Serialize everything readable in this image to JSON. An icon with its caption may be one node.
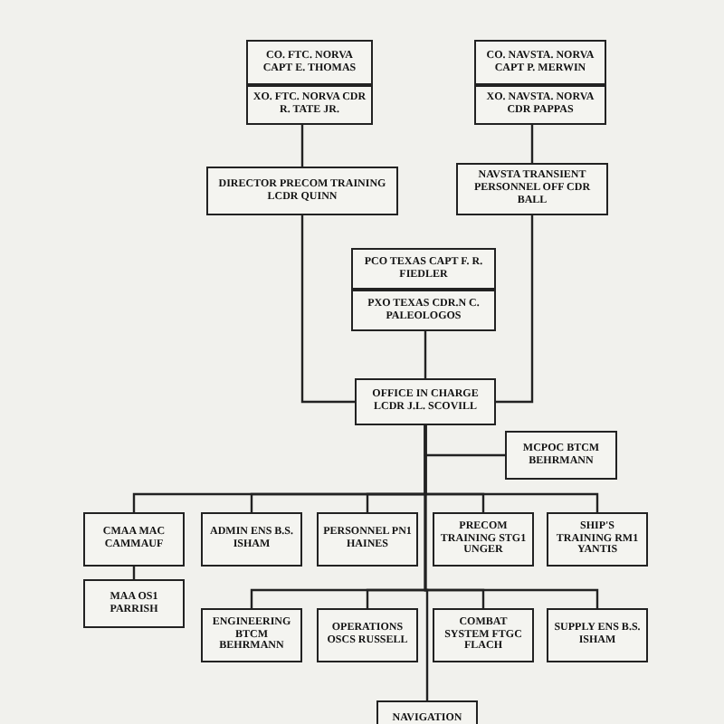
{
  "diagram": {
    "nodes": [
      {
        "text": [
          "CO. FTC. NORVA CAPT E. THOMAS"
        ]
      },
      {
        "text": [
          "XO. FTC. NORVA CDR R. TATE JR."
        ]
      },
      {
        "text": [
          "CO. NAVSTA. NORVA CAPT P. MERWIN"
        ]
      },
      {
        "text": [
          "XO. NAVSTA. NORVA CDR PAPPAS"
        ]
      },
      {
        "text": [
          "DIRECTOR PRECOM TRAINING LCDR QUINN"
        ]
      },
      {
        "text": [
          "NAVSTA TRANSIENT PERSONNEL OFF CDR BALL"
        ]
      },
      {
        "text": [
          "PCO TEXAS CAPT F. R. FIEDLER"
        ]
      },
      {
        "text": [
          "PXO TEXAS CDR.N C. PALEOLOGOS"
        ]
      },
      {
        "text": [
          "OFFICE IN CHARGE LCDR J.L. SCOVILL"
        ]
      },
      {
        "text": [
          "MCPOC BTCM BEHRMANN"
        ]
      },
      {
        "text": [
          "CMAA MAC CAMMAUF"
        ]
      },
      {
        "text": [
          "ADMIN ENS B.S. ISHAM"
        ]
      },
      {
        "text": [
          "PERSONNEL PN1 HAINES"
        ]
      },
      {
        "text": [
          "PRECOM TRAINING STG1 UNGER"
        ]
      },
      {
        "text": [
          "SHIP'S TRAINING RM1 YANTIS"
        ]
      },
      {
        "text": [
          "MAA OS1 PARRISH"
        ]
      },
      {
        "text": [
          "ENGINEERING BTCM BEHRMANN"
        ]
      },
      {
        "text": [
          "OPERATIONS OSCS RUSSELL"
        ]
      },
      {
        "text": [
          "COMBAT SYSTEM FTGC FLACH"
        ]
      },
      {
        "text": [
          "SUPPLY ENS B.S. ISHAM"
        ]
      },
      {
        "text": [
          "NAVIGATION"
        ]
      }
    ],
    "edges": [
      {
        "from": 1,
        "to": 4,
        "arrow": "none"
      },
      {
        "from": 3,
        "to": 5,
        "arrow": "none"
      },
      {
        "from": 4,
        "to": 8,
        "arrow": "none"
      },
      {
        "from": 5,
        "to": 8,
        "arrow": "none"
      },
      {
        "from": 7,
        "to": 8,
        "arrow": "none"
      },
      {
        "from": 8,
        "to": 9,
        "arrow": "none"
      },
      {
        "from": 8,
        "to": 10,
        "arrow": "none"
      },
      {
        "from": 8,
        "to": 11,
        "arrow": "none"
      },
      {
        "from": 8,
        "to": 12,
        "arrow": "none"
      },
      {
        "from": 8,
        "to": 13,
        "arrow": "none"
      },
      {
        "from": 8,
        "to": 14,
        "arrow": "none"
      },
      {
        "from": 10,
        "to": 15,
        "arrow": "none"
      },
      {
        "from": 8,
        "to": 16,
        "arrow": "none"
      },
      {
        "from": 8,
        "to": 17,
        "arrow": "none"
      },
      {
        "from": 8,
        "to": 18,
        "arrow": "none"
      },
      {
        "from": 8,
        "to": 19,
        "arrow": "none"
      },
      {
        "from": 8,
        "to": 20,
        "arrow": "none"
      }
    ]
  }
}
